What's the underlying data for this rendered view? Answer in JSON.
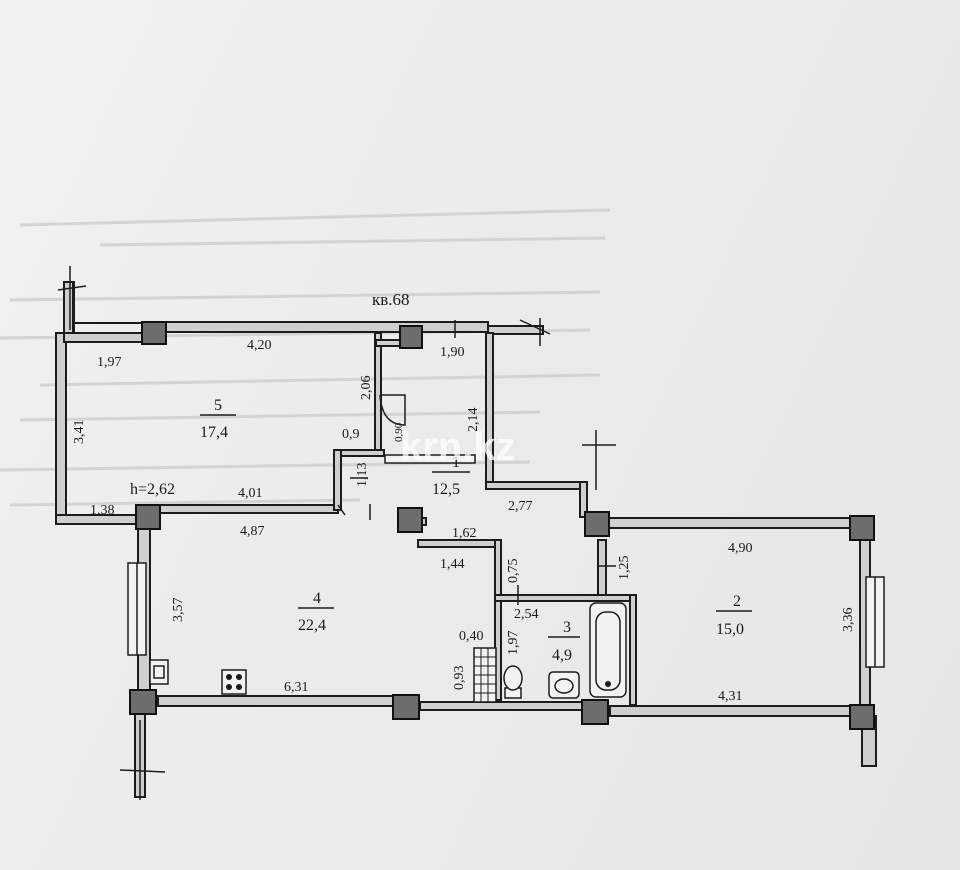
{
  "title": "кв.68",
  "ceiling_height": "h=2,62",
  "watermark": "krn.kz",
  "rooms": [
    {
      "id": "1",
      "area": "12,5"
    },
    {
      "id": "2",
      "area": "15,0"
    },
    {
      "id": "3",
      "area": "4,9"
    },
    {
      "id": "4",
      "area": "22,4"
    },
    {
      "id": "5",
      "area": "17,4"
    }
  ],
  "dims": {
    "d197": "1,97",
    "d420": "4,20",
    "d190": "1,90",
    "d206": "2,06",
    "d341": "3,41",
    "d09": "0,9",
    "d090": "0,90",
    "d214": "2,14",
    "d113": "1,13",
    "d138": "1,38",
    "d401": "4,01",
    "d487": "4,87",
    "d162": "1,62",
    "d277": "2,77",
    "d144": "1,44",
    "d075": "0,75",
    "d125": "1,25",
    "d490": "4,90",
    "d357": "3,57",
    "d254": "2,54",
    "d040": "0,40",
    "d197b": "1,97",
    "d093": "0,93",
    "d631": "6,31",
    "d431": "4,31",
    "d336": "3,36"
  }
}
